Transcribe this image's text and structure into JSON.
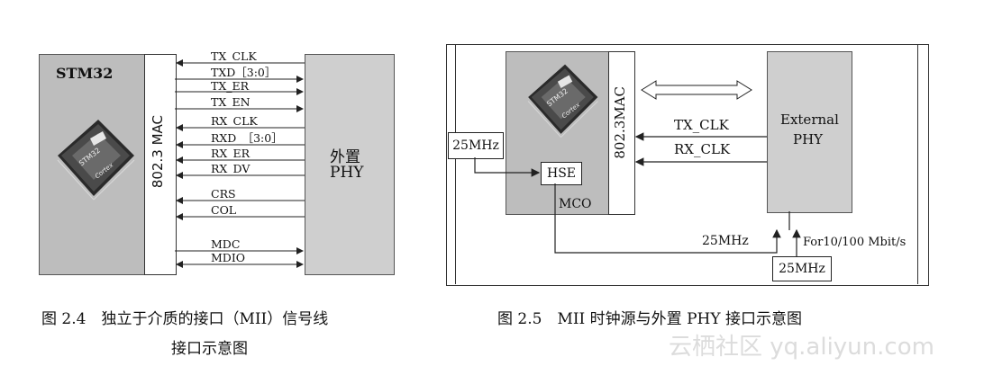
{
  "fig_left": {
    "chip_title": "STM32",
    "mac_label": "802.3 MAC",
    "phy_label_line1": "外置",
    "phy_label_line2": "PHY",
    "chip_brand": "STM32",
    "chip_core": "Cortex",
    "signals": [
      "TX_CLK",
      "TXD［3:0］",
      "TX_ER",
      "TX_EN",
      "RX_CLK",
      "RXD_［3:0］",
      "RX_ER",
      "RX_DV",
      "CRS",
      "COL",
      "MDC",
      "MDIO"
    ],
    "caption_line1": "图 2.4　独立于介质的接口（MII）信号线",
    "caption_line2": "接口示意图"
  },
  "fig_right": {
    "mac_label": "802.3MAC",
    "phy_label_line1": "External",
    "phy_label_line2": "PHY",
    "osc_label": "25MHz",
    "hse_label": "HSE",
    "mco_label": "MCO",
    "tx_clk": "TX_CLK",
    "rx_clk": "RX_CLK",
    "mco_freq": "25MHz",
    "mode_label": "For10/100 Mbit/s",
    "ext_osc_label": "25MHz",
    "chip_brand": "STM32",
    "chip_core": "Cortex",
    "caption": "图 2.5　MII 时钟源与外置 PHY 接口示意图"
  },
  "watermark": "云栖社区 yq.aliyun.com",
  "colors": {
    "chip_gray": "#bdbdbd",
    "phy_gray": "#cfcfcf",
    "line": "#222222"
  }
}
